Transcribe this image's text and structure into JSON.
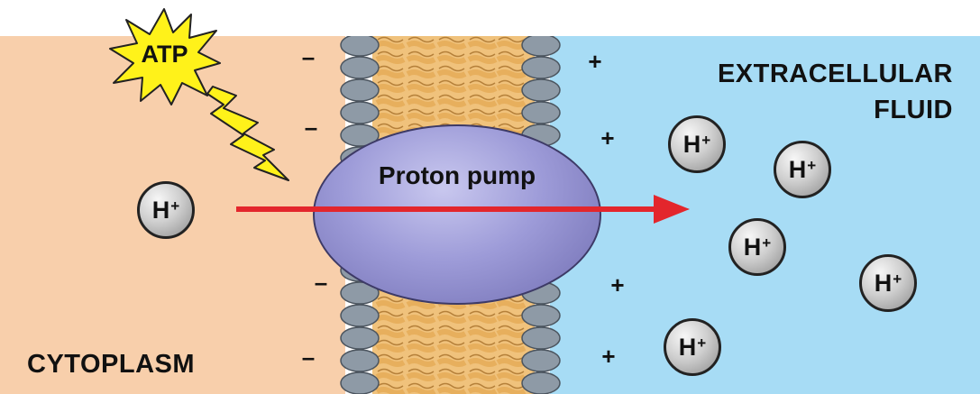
{
  "colors": {
    "cytoplasm": "#f8cfab",
    "extracellular": "#a7dcf5",
    "pump": "#9d9bd8",
    "arrow": "#e3262c",
    "atp_burst": "#fff21a",
    "lipid_tail": "#e6ad5a",
    "lipid_head": "#8e9aa6"
  },
  "atp": {
    "label": "ATP"
  },
  "pump": {
    "label": "Proton pump"
  },
  "ion": {
    "symbol": "H",
    "charge": "+"
  },
  "regions": {
    "cytoplasm": "CYTOPLASM",
    "extracellular_line1": "EXTRACELLULAR",
    "extracellular_line2": "FLUID"
  },
  "charges": {
    "inside": "–",
    "outside": "+"
  },
  "ion_count": {
    "cytoplasm": 1,
    "extracellular": 5
  },
  "icons": [
    "atp-burst-icon",
    "energy-bolt-icon",
    "transport-arrow-icon",
    "lipid-bilayer-icon"
  ]
}
